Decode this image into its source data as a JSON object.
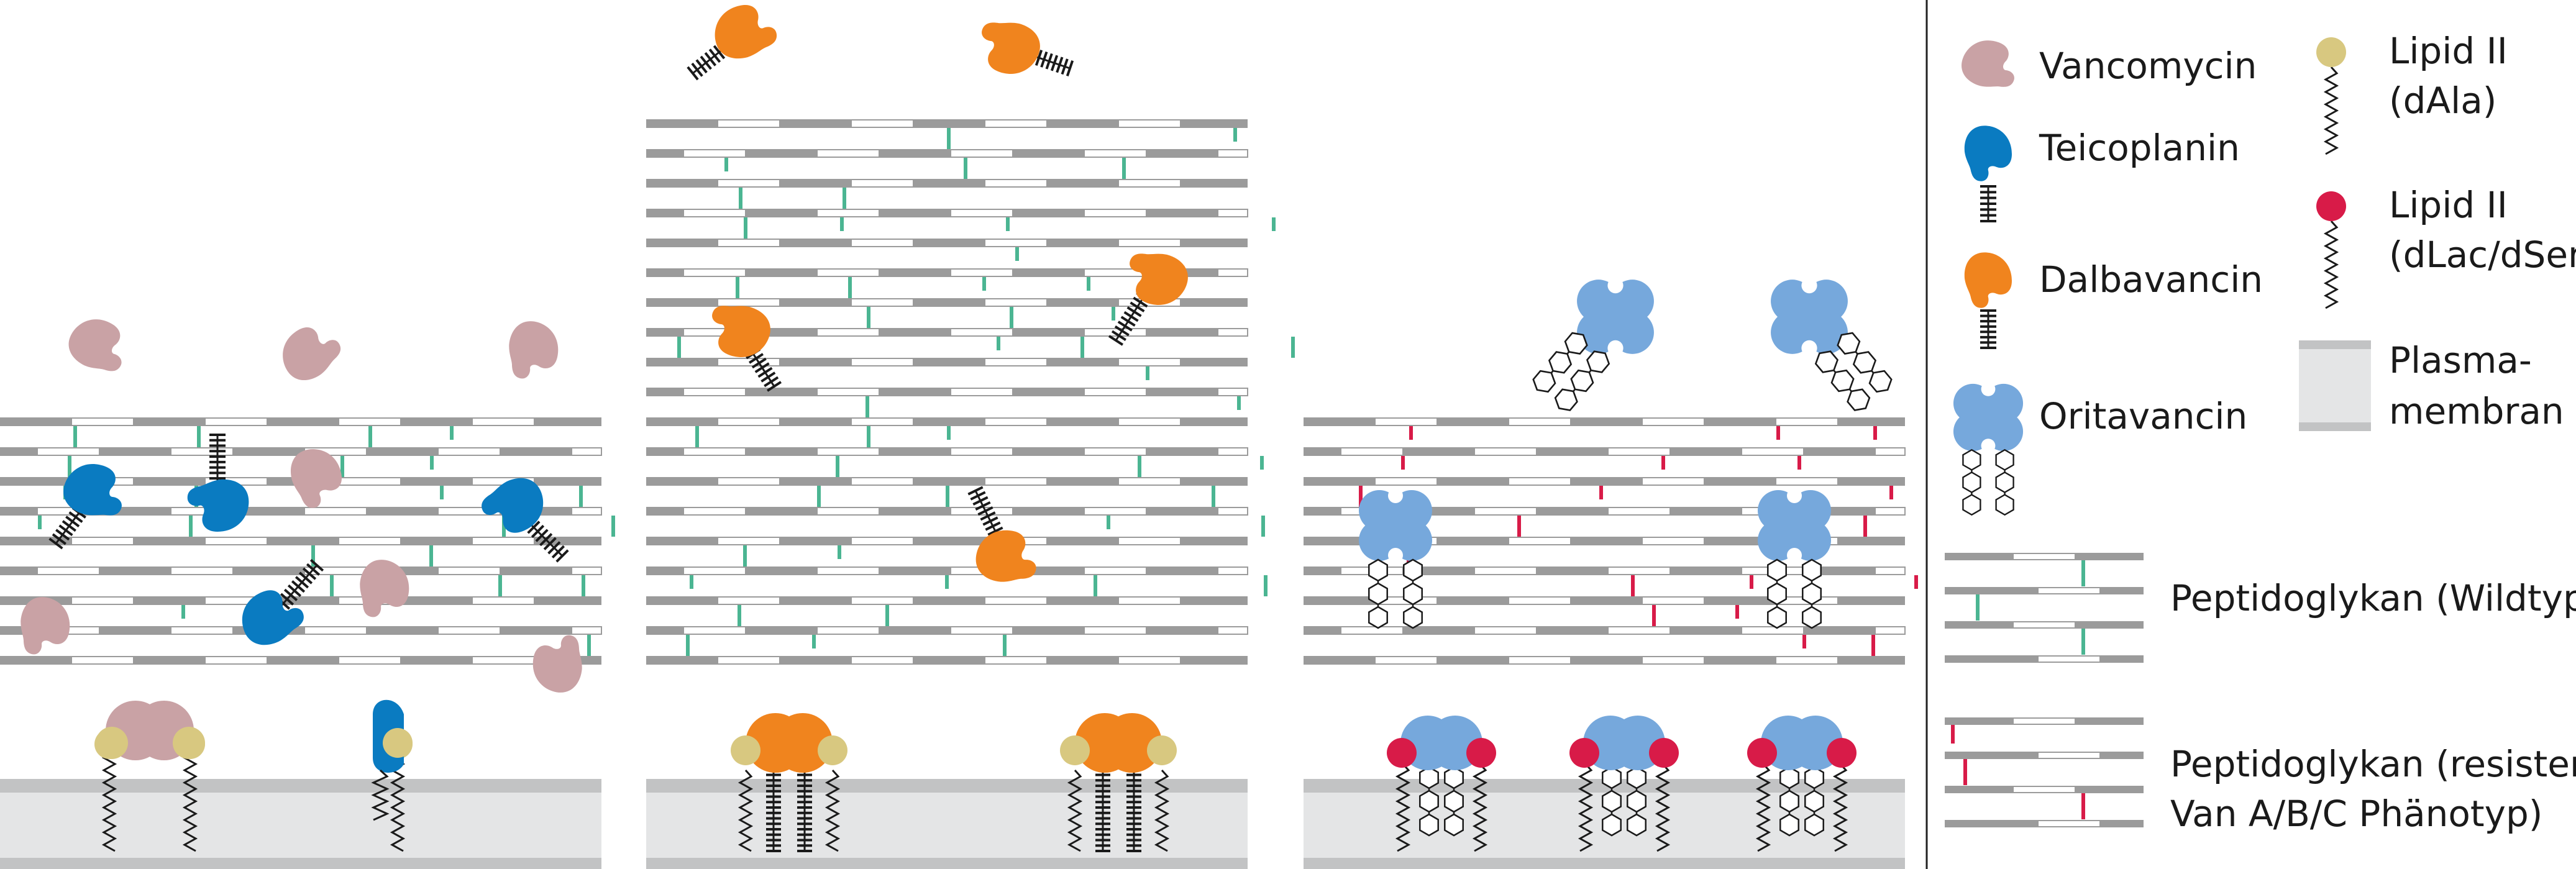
{
  "legend": {
    "vancomycin": "Vancomycin",
    "teicoplanin": "Teicoplanin",
    "dalbavancin": "Dalbavancin",
    "oritavancin": "Oritavancin",
    "lipid_dala": [
      "Lipid II",
      "(dAla)"
    ],
    "lipid_dlac": [
      "Lipid II",
      "(dLac/dSer)"
    ],
    "membrane": [
      "Plasma-",
      "membran"
    ],
    "pg_wild": "Peptidoglykan (Wildtyp)",
    "pg_resistant": [
      "Peptidoglykan (resistent",
      "Van A/B/C Phänotyp)"
    ]
  },
  "colors": {
    "vancomycin": "#c9a2a5",
    "teicoplanin": "#0a7bc1",
    "dalbavancin": "#f0841e",
    "oritavancin": "#76a8dc",
    "lipid_dala": "#d8c880",
    "lipid_dlac": "#d81b48",
    "crosslink_wild": "#4bb592",
    "crosslink_resistant": "#d81b48",
    "peptidoglycan": "#9b9b9b",
    "membrane": "#e4e5e6",
    "membrane_edge": "#c2c3c4"
  },
  "icons": {
    "vancomycin": "kidney-shape",
    "teicoplanin": "kidney-shape-with-tail",
    "dalbavancin": "kidney-shape-with-tail",
    "oritavancin": "clover-with-rings",
    "lipid": "ball-with-spring"
  }
}
